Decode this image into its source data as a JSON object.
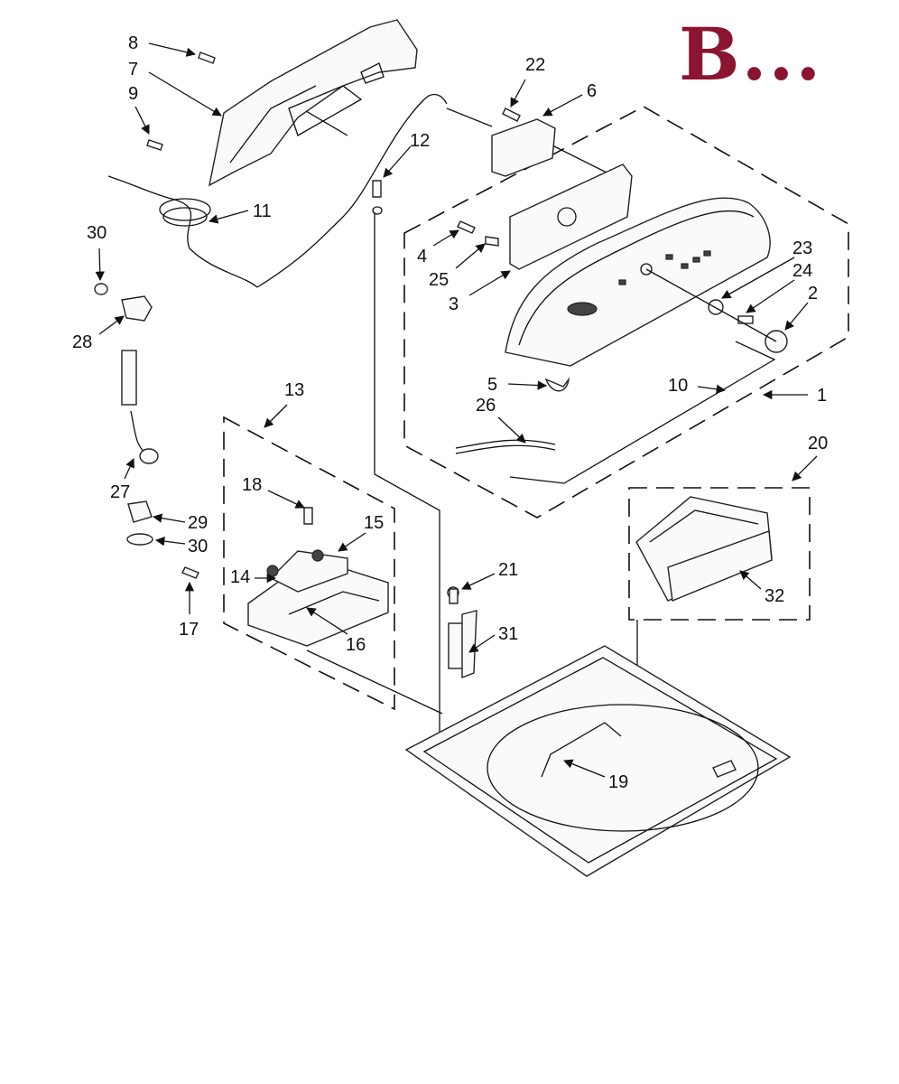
{
  "header": {
    "corner_title": "B..."
  },
  "colors": {
    "title": "#8b1431",
    "ink": "#111111"
  },
  "diagram": {
    "labels": {
      "l1": "1",
      "l2": "2",
      "l3": "3",
      "l4": "4",
      "l5": "5",
      "l6": "6",
      "l7": "7",
      "l8": "8",
      "l9": "9",
      "l10": "10",
      "l11": "11",
      "l12": "12",
      "l13": "13",
      "l14": "14",
      "l15": "15",
      "l16": "16",
      "l17": "17",
      "l18": "18",
      "l19": "19",
      "l20": "20",
      "l21": "21",
      "l22": "22",
      "l23": "23",
      "l24": "24",
      "l25": "25",
      "l26": "26",
      "l27": "27",
      "l28": "28",
      "l29": "29",
      "l30a": "30",
      "l30b": "30",
      "l31": "31",
      "l32": "32"
    }
  }
}
